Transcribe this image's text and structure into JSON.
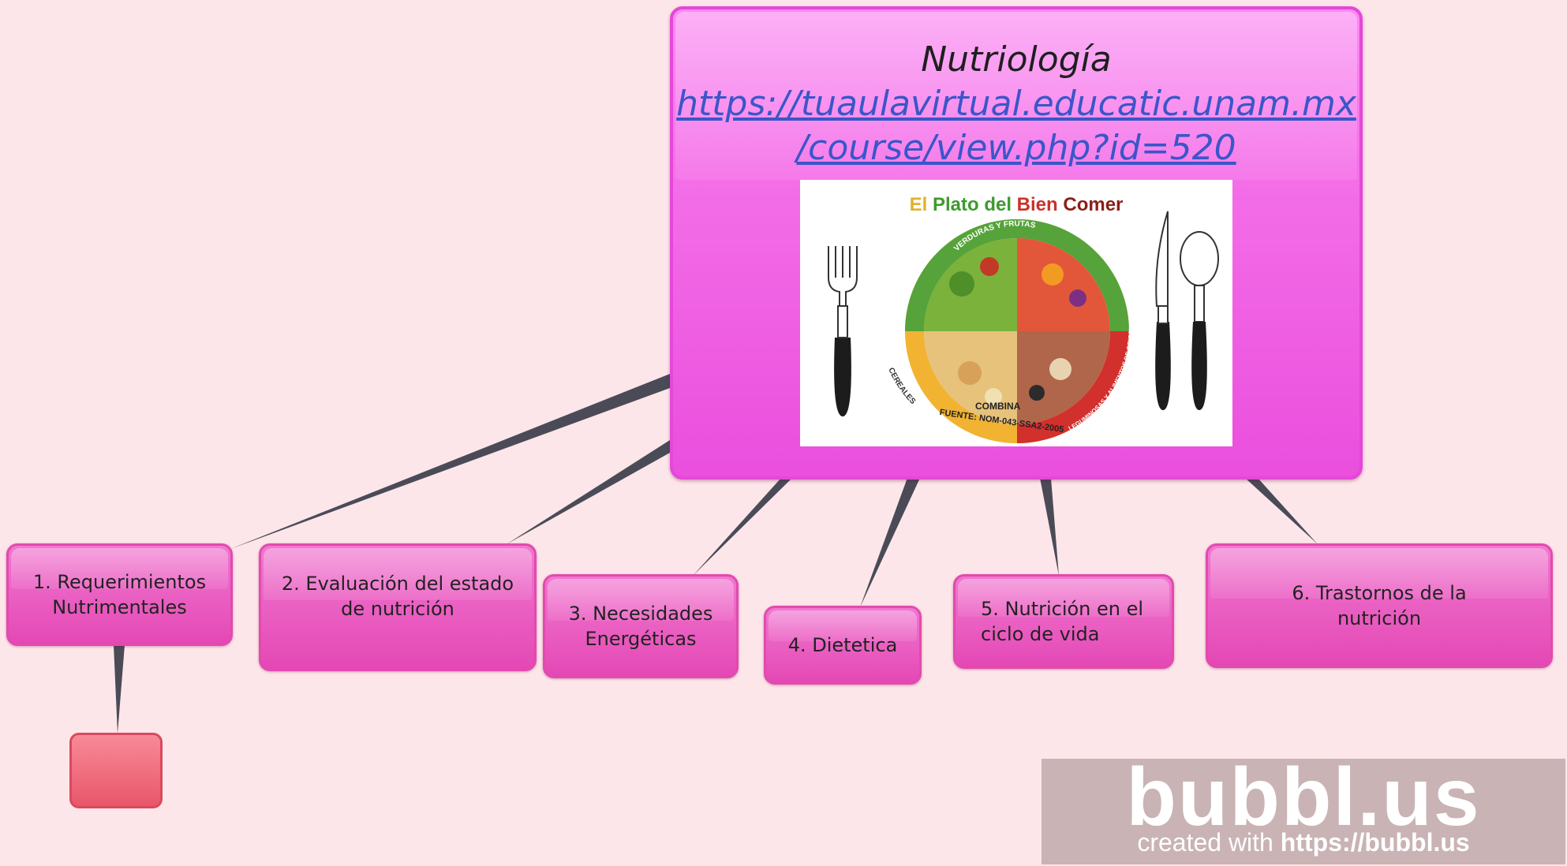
{
  "root": {
    "title": "Nutriología",
    "link_line1": "https://tuaulavirtual.educatic.unam.mx",
    "link_line2": "/course/view.php?id=520",
    "image": {
      "title_words": [
        "El",
        "Plato",
        "del",
        "Bien",
        "Comer"
      ],
      "ring_top": "VERDURAS Y FRUTAS",
      "ring_left": "CEREALES",
      "ring_right": "LEGUMINOSAS Y ALIMENTOS DE ORIGEN ANIMAL",
      "center_label": "COMBINA",
      "source": "FUENTE: NOM-043-SSA2-2005"
    }
  },
  "nodes": [
    {
      "label": "1. Requerimientos\nNutrimentales"
    },
    {
      "label": "2. Evaluación del estado\nde nutrición"
    },
    {
      "label": "3. Necesidades\nEnergéticas"
    },
    {
      "label": "4. Dietetica"
    },
    {
      "label": "5. Nutrición en el\nciclo de vida"
    },
    {
      "label": "6. Trastornos de la\nnutrición"
    }
  ],
  "empty_node": {
    "label": ""
  },
  "watermark": {
    "logo": "bubbl.us",
    "sub_prefix": "created with ",
    "sub_url": "https://bubbl.us"
  },
  "colors": {
    "background": "#fde6e9",
    "root_fill": "#f46fe8",
    "node_fill": "#e448b5",
    "empty_node_fill": "#e9566a",
    "connector": "#4a4b57",
    "link": "#3a56c9"
  }
}
